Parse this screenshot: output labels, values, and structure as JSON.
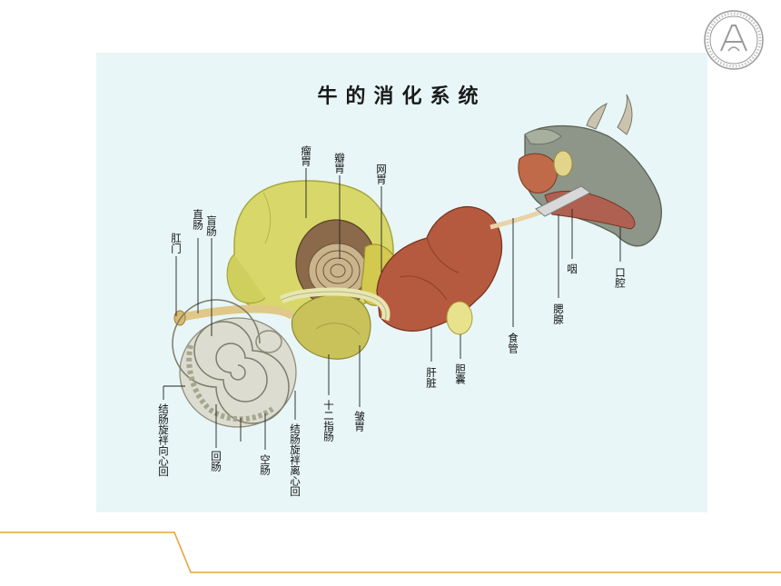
{
  "title": "牛的消化系统",
  "labels": {
    "rumen": "瘤胃",
    "omasum": "瓣胃",
    "reticulum": "网胃",
    "rectum": "直肠",
    "cecum": "盲肠",
    "anus": "肛门",
    "pharynx": "咽",
    "mouth": "口腔",
    "salivary": "腮腺",
    "esophagus": "食管",
    "gallbladder": "胆囊",
    "liver": "肝脏",
    "duodenum": "十二指肠",
    "abomasum": "皱胃",
    "centripetal": "结肠旋袢向心回",
    "ileum": "回肠",
    "jejunum": "空肠",
    "centrifugal": "结肠旋袢离心回"
  },
  "colors": {
    "panel_bg": "#e8f6f7",
    "accent_line": "#e8a33a",
    "rumen": "#d8d86a",
    "liver": "#b55a3e",
    "head": "#8d9688"
  }
}
